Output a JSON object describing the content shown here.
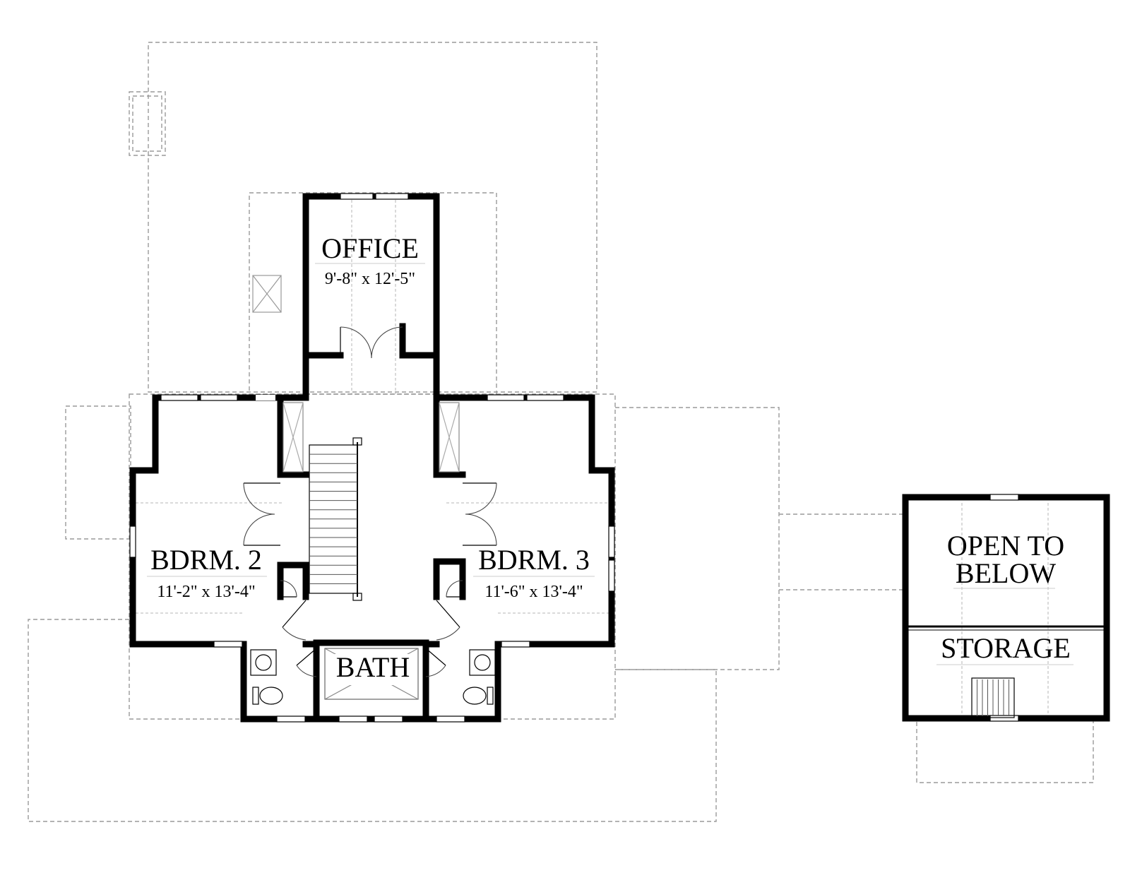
{
  "rooms": {
    "office": {
      "name": "OFFICE",
      "dims": "9'-8\" x 12'-5\""
    },
    "bdrm2": {
      "name": "BDRM. 2",
      "dims": "11'-2\" x 13'-4\""
    },
    "bdrm3": {
      "name": "BDRM. 3",
      "dims": "11'-6\" x 13'-4\""
    },
    "bath": {
      "name": "BATH"
    },
    "open_to_below": {
      "line1": "OPEN TO",
      "line2": "BELOW"
    },
    "storage": {
      "name": "STORAGE"
    }
  },
  "colors": {
    "wall": "#000000",
    "roofline": "#9a9a9a",
    "background": "#ffffff"
  }
}
